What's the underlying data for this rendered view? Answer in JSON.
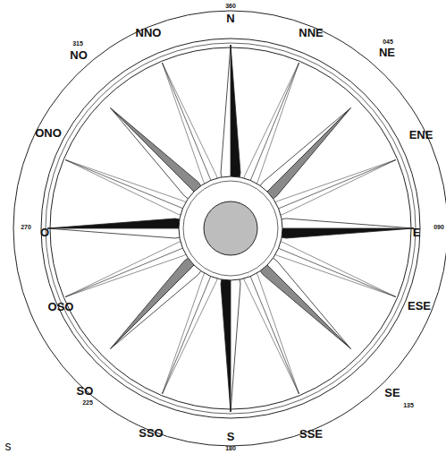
{
  "diagram": {
    "labels": [
      "360",
      "N",
      "NNE",
      "NE",
      "045",
      "ENE",
      "E",
      "090",
      "ESE",
      "SE",
      "135",
      "SSE",
      "S",
      "180",
      "SSO",
      "SO",
      "225",
      "OSO",
      "O",
      "270",
      "ONO",
      "NO",
      "315",
      "NNO",
      "s"
    ]
  }
}
